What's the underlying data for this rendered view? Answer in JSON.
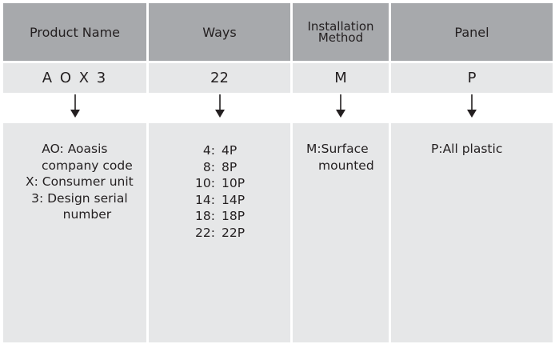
{
  "headers": {
    "product_name": "Product Name",
    "ways": "Ways",
    "installation_method_line1": "Installation",
    "installation_method_line2": "Method",
    "panel": "Panel"
  },
  "codes": {
    "product_name": "A O X 3",
    "ways": "22",
    "installation_method": "M",
    "panel": "P"
  },
  "descriptions": {
    "product_name": [
      "AO: Aoasis",
      "company code",
      "X: Consumer unit",
      "3: Design serial",
      "number"
    ],
    "ways": [
      {
        "n": "4:",
        "p": "4P"
      },
      {
        "n": "8:",
        "p": "8P"
      },
      {
        "n": "10:",
        "p": "10P"
      },
      {
        "n": "14:",
        "p": "14P"
      },
      {
        "n": "18:",
        "p": "18P"
      },
      {
        "n": "22:",
        "p": "22P"
      }
    ],
    "installation_method": [
      "M:Surface",
      "mounted"
    ],
    "panel": "P:All plastic"
  },
  "colors": {
    "header_bg": "#a7a9ac",
    "row_bg": "#e6e7e8",
    "text": "#231f20"
  },
  "icons": [
    "arrow-down-icon"
  ]
}
